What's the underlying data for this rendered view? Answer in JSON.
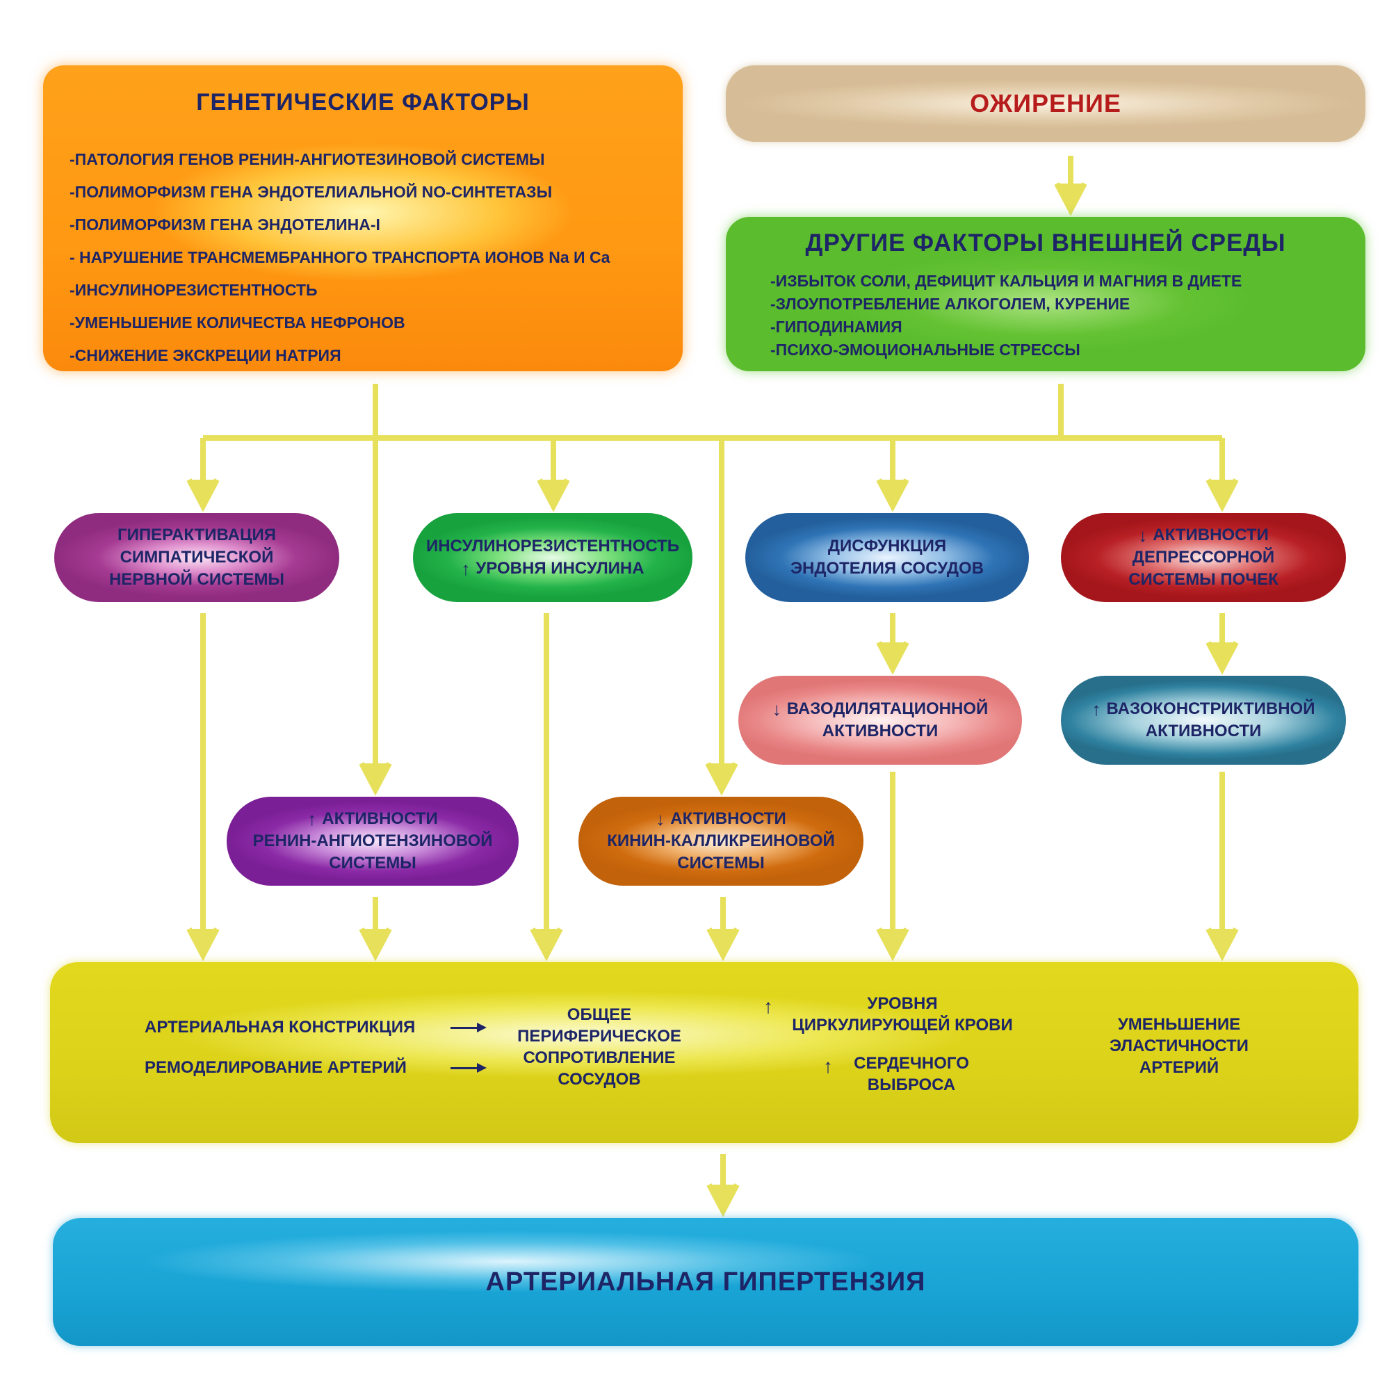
{
  "colors": {
    "connector": "#e6e05a",
    "text": "#1d2566",
    "obesity_text": "#b71c1c"
  },
  "genetic": {
    "title": "ГЕНЕТИЧЕСКИЕ ФАКТОРЫ",
    "items": [
      "-ПАТОЛОГИЯ ГЕНОВ РЕНИН-АНГИОТЕЗИНОВОЙ СИСТЕМЫ",
      "-ПОЛИМОРФИЗМ ГЕНА ЭНДОТЕЛИАЛЬНОЙ NO-СИНТЕТАЗЫ",
      "-ПОЛИМОРФИЗМ ГЕНА ЭНДОТЕЛИНА-I",
      "- НАРУШЕНИЕ ТРАНСМЕМБРАННОГО ТРАНСПОРТА ИОНОВ Na И Ca",
      "-ИНСУЛИНОРЕЗИСТЕНТНОСТЬ",
      "-УМЕНЬШЕНИЕ КОЛИЧЕСТВА НЕФРОНОВ",
      "-СНИЖЕНИЕ ЭКСКРЕЦИИ НАТРИЯ"
    ]
  },
  "obesity": {
    "title": "ОЖИРЕНИЕ"
  },
  "environment": {
    "title": "ДРУГИЕ ФАКТОРЫ ВНЕШНЕЙ СРЕДЫ",
    "items": [
      "-ИЗБЫТОК СОЛИ, ДЕФИЦИТ КАЛЬЦИЯ И МАГНИЯ В ДИЕТЕ",
      "-ЗЛОУПОТРЕБЛЕНИЕ АЛКОГОЛЕМ, КУРЕНИЕ",
      "-ГИПОДИНАМИЯ",
      "-ПСИХО-ЭМОЦИОНАЛЬНЫЕ СТРЕССЫ"
    ]
  },
  "nodes": {
    "sympathetic": {
      "text": "ГИПЕРАКТИВАЦИЯ\nСИМПАТИЧЕСКОЙ\nНЕРВНОЙ СИСТЕМЫ"
    },
    "insulin": {
      "line1": "ИНСУЛИНОРЕЗИСТЕНТНОСТЬ",
      "line2": "УРОВНЯ ИНСУЛИНА",
      "arrow": "↑"
    },
    "endothelium": {
      "text": "ДИСФУНКЦИЯ\nЭНДОТЕЛИЯ СОСУДОВ"
    },
    "renal": {
      "line1": "АКТИВНОСТИ",
      "rest": "ДЕПРЕССОРНОЙ\nСИСТЕМЫ ПОЧЕК",
      "arrow": "↓"
    },
    "vasodil": {
      "line1": "ВАЗОДИЛЯТАЦИОННОЙ",
      "line2": "АКТИВНОСТИ",
      "arrow": "↓"
    },
    "vasocon": {
      "line1": "ВАЗОКОНСТРИКТИВНОЙ",
      "line2": "АКТИВНОСТИ",
      "arrow": "↑"
    },
    "ras": {
      "line1": "АКТИВНОСТИ",
      "rest": "РЕНИН-АНГИОТЕНЗИНОВОЙ\nСИСТЕМЫ",
      "arrow": "↑"
    },
    "kinin": {
      "line1": "АКТИВНОСТИ",
      "rest": "КИНИН-КАЛЛИКРЕИНОВОЙ\nСИСТЕМЫ",
      "arrow": "↓"
    }
  },
  "mechanisms": {
    "arterial_constriction": "АРТЕРИАЛЬНАЯ КОНСТРИКЦИЯ",
    "remodeling": "РЕМОДЕЛИРОВАНИЕ АРТЕРИЙ",
    "resistance": "ОБЩЕЕ\nПЕРИФЕРИЧЕСКОЕ\nСОПРОТИВЛЕНИЕ\nСОСУДОВ",
    "blood_level": "УРОВНЯ\nЦИРКУЛИРУЮЩЕЙ КРОВИ",
    "cardiac_output": "СЕРДЕЧНОГО\nВЫБРОСА",
    "elasticity": "УМЕНЬШЕНИЕ\nЭЛАСТИЧНОСТИ\nАРТЕРИЙ",
    "up_arrow": "↑"
  },
  "hypertension": {
    "title": "АРТЕРИАЛЬНАЯ ГИПЕРТЕНЗИЯ"
  }
}
